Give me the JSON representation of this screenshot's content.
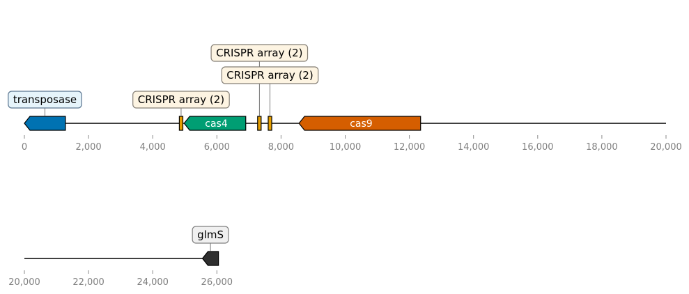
{
  "tracks": [
    {
      "ticks": [
        "0",
        "2,000",
        "4,000",
        "6,000",
        "8,000",
        "10,000",
        "12,000",
        "14,000",
        "16,000",
        "18,000",
        "20,000"
      ],
      "tick_values": [
        0,
        2000,
        4000,
        6000,
        8000,
        10000,
        12000,
        14000,
        16000,
        18000,
        20000
      ],
      "range": [
        0,
        20000
      ],
      "features": [
        {
          "id": "transposase",
          "start": 0,
          "end": 1280,
          "strand": -1,
          "color": "#0072b2",
          "label": "transposase",
          "label_pos": "above",
          "label_bg": "#e6f4fb",
          "label_border": "#5a7590"
        },
        {
          "id": "crispr-1",
          "start": 4830,
          "end": 4940,
          "strand": 0,
          "color": "#e69f00",
          "label": "CRISPR array (2)",
          "label_pos": "above",
          "label_bg": "#fdf4e2",
          "label_border": "#857f76"
        },
        {
          "id": "cas4",
          "start": 4980,
          "end": 6900,
          "strand": -1,
          "color": "#009e73",
          "label": "cas4",
          "label_pos": "inside"
        },
        {
          "id": "crispr-2",
          "start": 7270,
          "end": 7380,
          "strand": 0,
          "color": "#e69f00",
          "label": "CRISPR array (2)",
          "label_pos": "above",
          "label_bg": "#fdf4e2",
          "label_border": "#857f76"
        },
        {
          "id": "crispr-3",
          "start": 7600,
          "end": 7710,
          "strand": 0,
          "color": "#e69f00",
          "label": "CRISPR array (2)",
          "label_pos": "above",
          "label_bg": "#fdf4e2",
          "label_border": "#857f76"
        },
        {
          "id": "cas9",
          "start": 8560,
          "end": 12350,
          "strand": -1,
          "color": "#d55e00",
          "label": "cas9",
          "label_pos": "inside"
        }
      ]
    },
    {
      "ticks": [
        "20,000",
        "22,000",
        "24,000",
        "26,000"
      ],
      "tick_values": [
        20000,
        22000,
        24000,
        26000
      ],
      "range": [
        20000,
        26000
      ],
      "features": [
        {
          "id": "glmS",
          "start": 25550,
          "end": 26050,
          "strand": -1,
          "color": "#2e2e2e",
          "label": "glmS",
          "label_pos": "above",
          "label_bg": "#f0f0f0",
          "label_border": "#808080"
        }
      ]
    }
  ]
}
